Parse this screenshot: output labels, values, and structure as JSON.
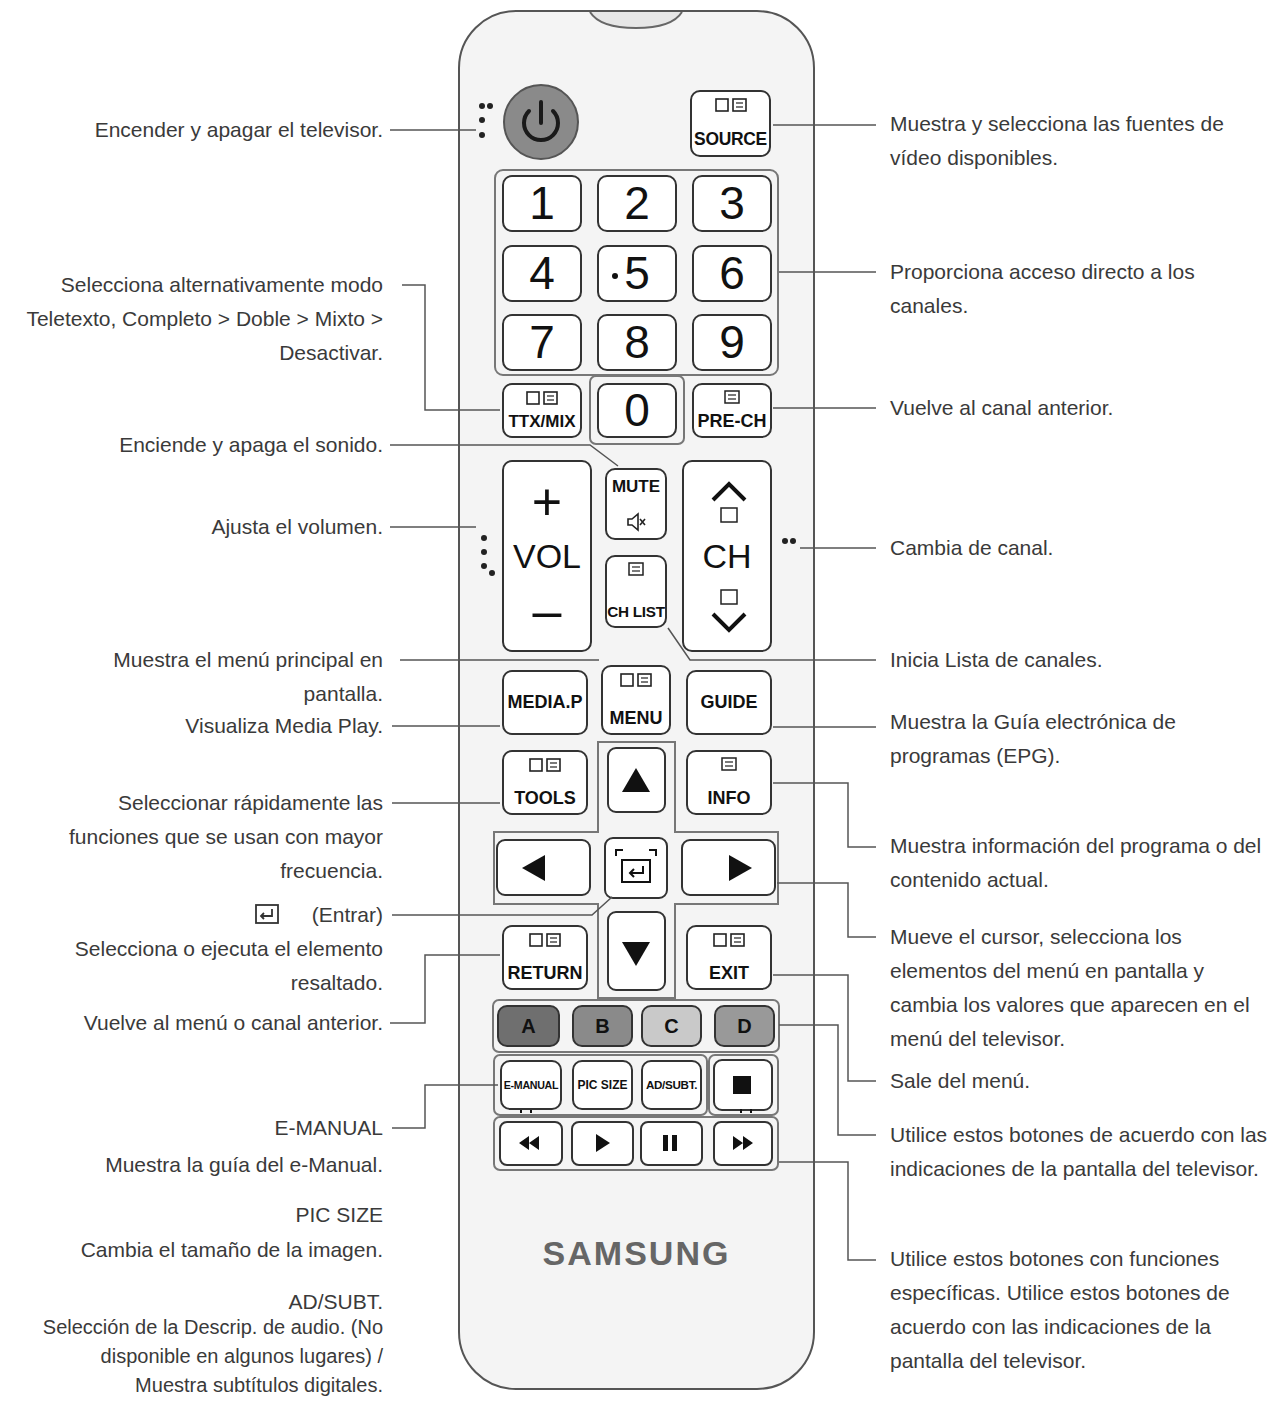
{
  "diagram": {
    "nodes": [
      {
        "text": [
          "SAMSUNG"
        ]
      },
      {
        "text": [
          "SOURCE"
        ],
        "in": 0
      },
      {
        "text": [
          "1"
        ],
        "in": 0
      },
      {
        "text": [
          "2"
        ],
        "in": 0
      },
      {
        "text": [
          "3"
        ],
        "in": 0
      },
      {
        "text": [
          "4"
        ],
        "in": 0
      },
      {
        "text": [
          "5"
        ],
        "in": 0
      },
      {
        "text": [
          "6"
        ],
        "in": 0
      },
      {
        "text": [
          "7"
        ],
        "in": 0
      },
      {
        "text": [
          "8"
        ],
        "in": 0
      },
      {
        "text": [
          "9"
        ],
        "in": 0
      },
      {
        "text": [
          "TTX/MIX"
        ],
        "in": 0
      },
      {
        "text": [
          "0"
        ],
        "in": 0
      },
      {
        "text": [
          "PRE-CH"
        ],
        "in": 0
      },
      {
        "text": [
          "+",
          "VOL",
          "–"
        ],
        "in": 0
      },
      {
        "text": [
          "MUTE"
        ],
        "in": 0
      },
      {
        "text": [
          "CH LIST"
        ],
        "in": 0
      },
      {
        "text": [
          "CH"
        ],
        "in": 0
      },
      {
        "text": [
          "MEDIA.P"
        ],
        "in": 0
      },
      {
        "text": [
          "MENU"
        ],
        "in": 0
      },
      {
        "text": [
          "GUIDE"
        ],
        "in": 0
      },
      {
        "text": [
          "TOOLS"
        ],
        "in": 0
      },
      {
        "text": [
          "INFO"
        ],
        "in": 0
      },
      {
        "text": [
          "RETURN"
        ],
        "in": 0
      },
      {
        "text": [
          "EXIT"
        ],
        "in": 0
      },
      {
        "text": [
          "A"
        ],
        "in": 0
      },
      {
        "text": [
          "B"
        ],
        "in": 0
      },
      {
        "text": [
          "C"
        ],
        "in": 0
      },
      {
        "text": [
          "D"
        ],
        "in": 0
      },
      {
        "text": [
          "E-MANUAL"
        ],
        "in": 0
      },
      {
        "text": [
          "PIC SIZE"
        ],
        "in": 0
      },
      {
        "text": [
          "AD/SUBT."
        ],
        "in": 0
      }
    ],
    "labels": [
      "Encender y apagar el televisor.",
      "Selecciona alternativamente modo Teletexto, Completo > Doble > Mixto > Desactivar.",
      "Enciende y apaga el sonido.",
      "Ajusta el volumen.",
      "Muestra el menú principal en pantalla.",
      "Visualiza Media Play.",
      "Seleccionar rápidamente las funciones que se usan con mayor frecuencia.",
      "(Entrar)",
      "Selecciona o ejecuta el elemento resaltado.",
      "Vuelve al menú o canal anterior.",
      "E-MANUAL",
      "Muestra la guía del e-Manual.",
      "PIC SIZE",
      "Cambia el tamaño de la imagen.",
      "AD/SUBT.",
      "Selección de la Descrip. de audio. (No disponible en algunos lugares) / Muestra subtítulos digitales.",
      "Muestra y selecciona las fuentes de vídeo disponibles.",
      "Proporciona acceso directo a los canales.",
      "Vuelve al canal anterior.",
      "Cambia de canal.",
      "Inicia Lista de canales.",
      "Muestra la Guía electrónica de programas (EPG).",
      "Muestra información del programa o del contenido actual.",
      "Mueve el cursor, selecciona los elementos del menú en pantalla y cambia los valores que aparecen en el menú del televisor.",
      "Sale del menú.",
      "Utilice estos botones de acuerdo con las indicaciones de la pantalla del televisor.",
      "Utilice estos botones con funciones específicas. Utilice estos botones de acuerdo con las indicaciones de la pantalla del televisor."
    ]
  }
}
